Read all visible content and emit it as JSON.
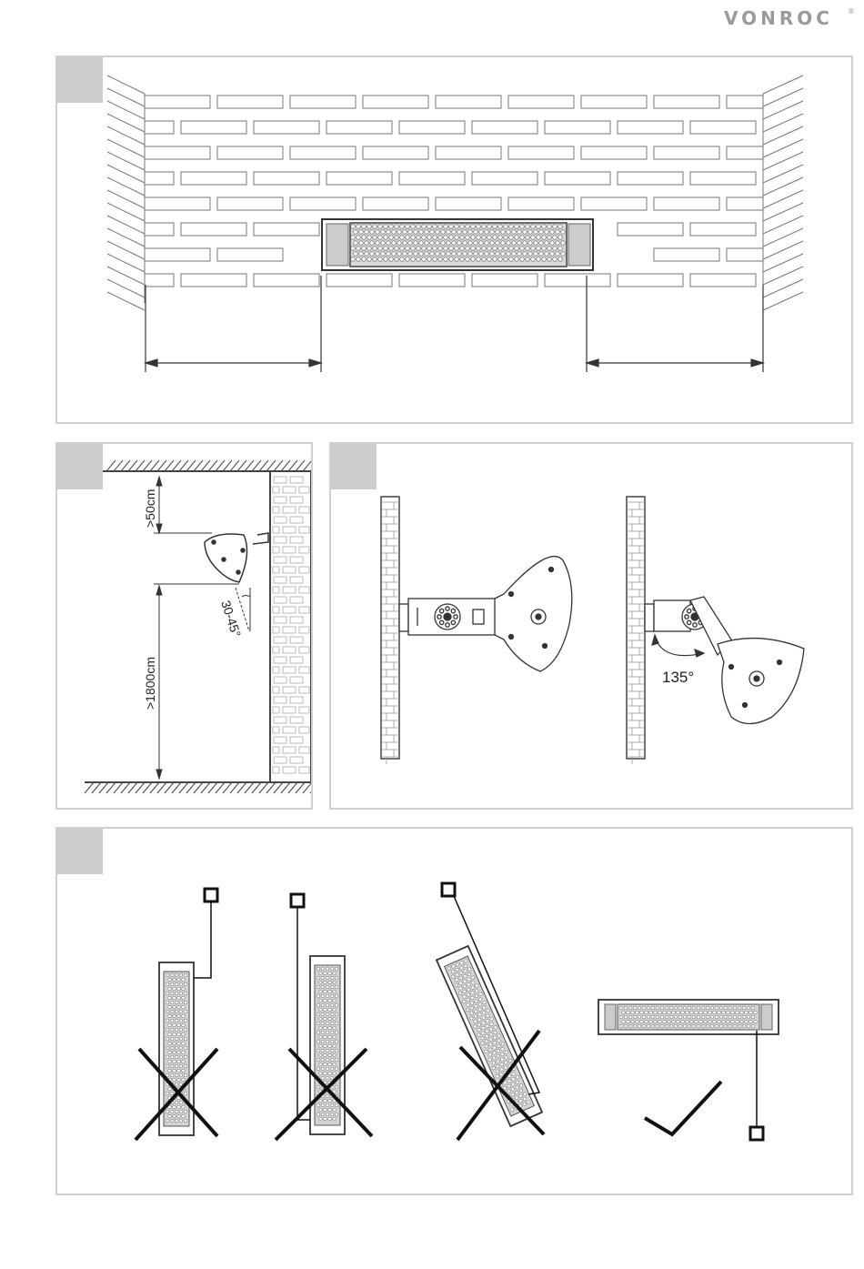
{
  "brand": {
    "name": "VONROC",
    "mark": "®"
  },
  "panel2": {
    "label_top_clearance": ">50cm",
    "label_tilt": "30-45°",
    "label_height": ">1800cm"
  },
  "panel3": {
    "label_rotation": "135°"
  },
  "colors": {
    "panel_border": "#cfcfcf",
    "corner_tab": "#cdcdcd",
    "line": "#333333"
  }
}
